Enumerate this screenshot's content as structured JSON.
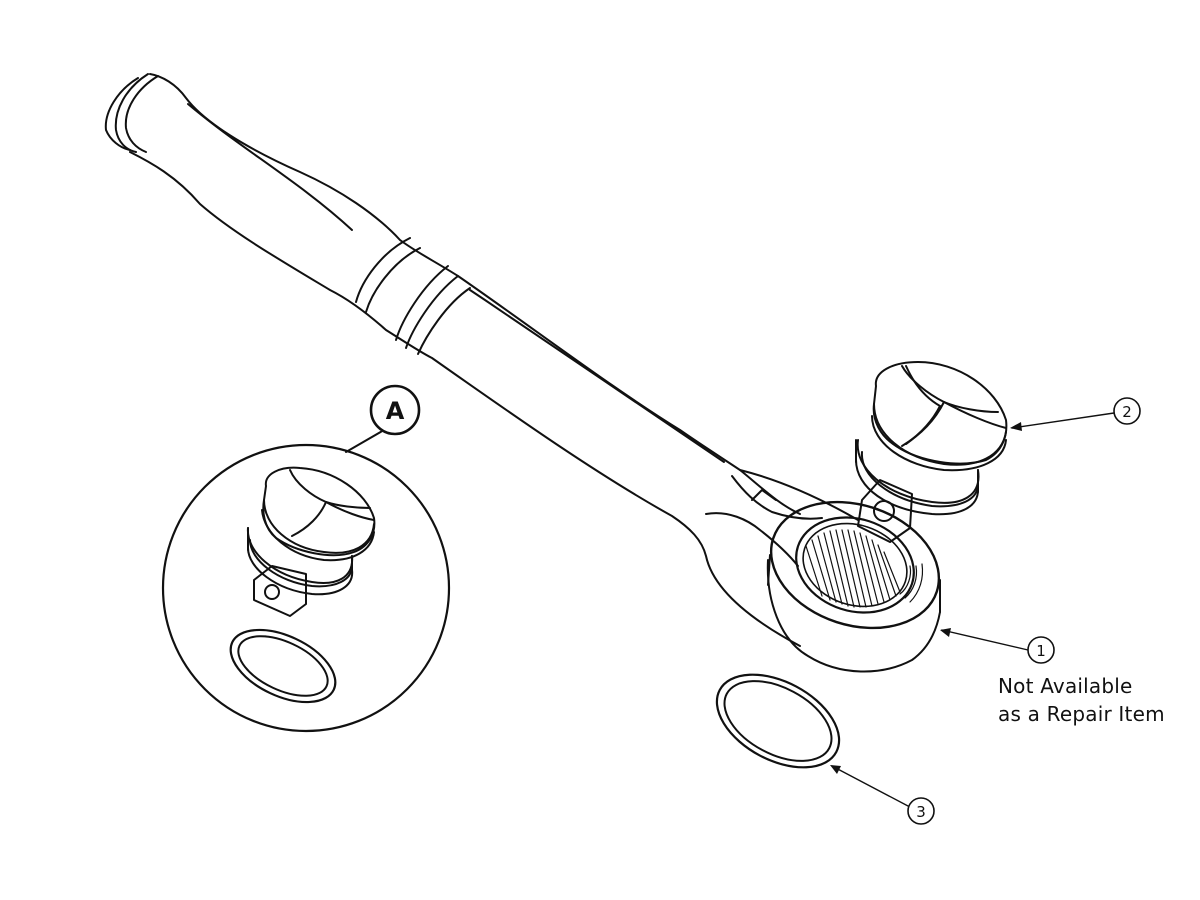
{
  "callouts": {
    "detail_a": "A",
    "item_1": "1",
    "item_2": "2",
    "item_3": "3"
  },
  "notes": {
    "line_1": "Not Available",
    "line_2": "as a Repair Item"
  }
}
